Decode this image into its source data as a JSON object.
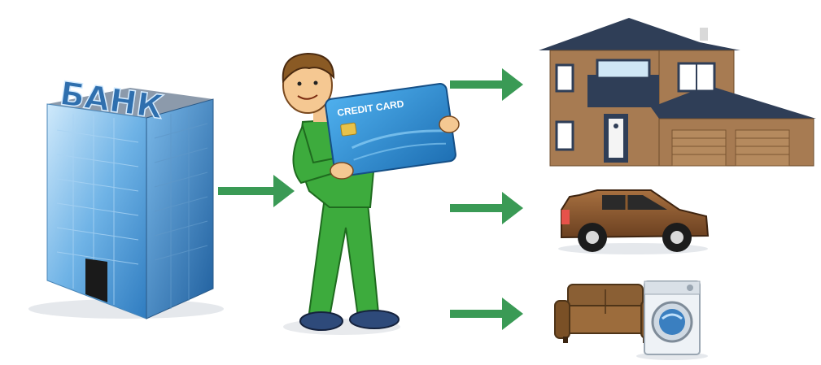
{
  "bank": {
    "label": "БАНК"
  },
  "card": {
    "label": "CREDIT CARD"
  },
  "colors": {
    "arrow": "#3a9a55",
    "bank_glass": "#6fb3e6",
    "bank_roof": "#7e8fa3",
    "card": "#2f8fd0",
    "outfit": "#3dab3d",
    "house_wall": "#a77b52",
    "house_roof": "#2f3e57",
    "car": "#8a5a2e",
    "sofa": "#8a5f34",
    "washer": "#e9eef3"
  },
  "icons": [
    "bank-building-icon",
    "person-with-card-icon",
    "house-icon",
    "car-icon",
    "sofa-icon",
    "washing-machine-icon"
  ],
  "flow": {
    "from": "bank",
    "via": "person",
    "to": [
      "house",
      "car",
      "furniture-appliances"
    ]
  }
}
